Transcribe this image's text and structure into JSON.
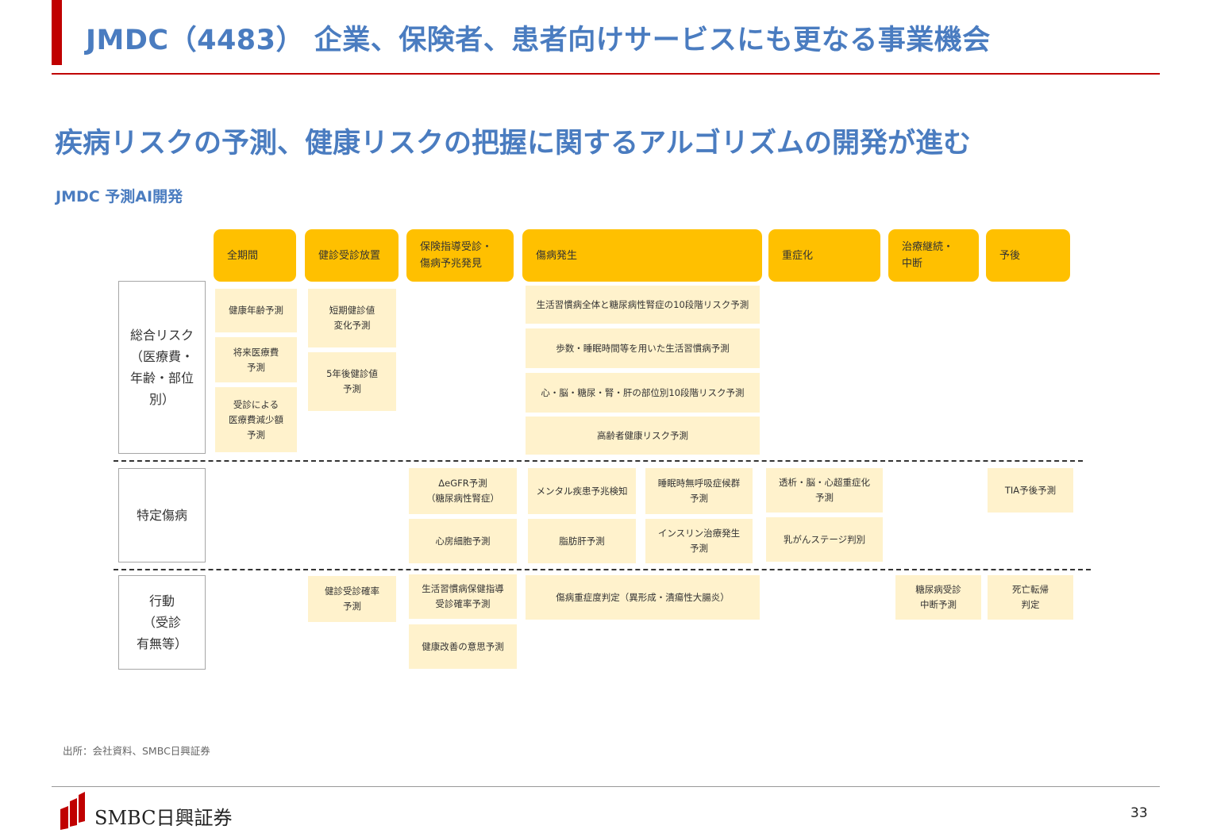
{
  "title": "JMDC（4483） 企業、保険者、患者向けサービスにも更なる事業機会",
  "subtitle": "疾病リスクの予測、健康リスクの把握に関するアルゴリズムの開発が進む",
  "section_label": "JMDC 予測AI開発",
  "headers": {
    "all_period": "全期間",
    "checkup_neglect": "健診受診放置",
    "guidance": "保険指導受診・\n傷病予兆発見",
    "onset": "傷病発生",
    "aggravation": "重症化",
    "treatment": "治療継続・\n中断",
    "prognosis": "予後"
  },
  "rows": {
    "overall": "総合リスク\n（医療費・\n年齢・部位\n別）",
    "specific": "特定傷病",
    "behavior": "行動\n（受診\n有無等）"
  },
  "cells": {
    "c01": "健康年齢予測",
    "c02": "将来医療費\n予測",
    "c03": "受診による\n医療費減少額\n予測",
    "c04": "短期健診値\n変化予測",
    "c05": "5年後健診値\n予測",
    "c06": "生活習慣病全体と糖尿病性腎症の10段階リスク予測",
    "c07": "歩数・睡眠時間等を用いた生活習慣病予測",
    "c08": "心・脳・糖尿・腎・肝の部位別10段階リスク予測",
    "c09": "高齢者健康リスク予測",
    "c10": "ΔeGFR予測\n（糖尿病性腎症）",
    "c11": "心房細胞予測",
    "c12": "メンタル疾患予兆検知",
    "c13": "脂肪肝予測",
    "c14": "睡眠時無呼吸症候群\n予測",
    "c15": "インスリン治療発生\n予測",
    "c16": "透析・脳・心超重症化\n予測",
    "c17": "乳がんステージ判別",
    "c18": "TIA予後予測",
    "c19": "健診受診確率\n予測",
    "c20": "生活習慣病保健指導\n受診確率予測",
    "c21": "健康改善の意思予測",
    "c22": "傷病重症度判定（異形成・潰瘍性大腸炎）",
    "c23": "糖尿病受診\n中断予測",
    "c24": "死亡転帰\n判定"
  },
  "source": "出所：会社資料、SMBC日興証券",
  "brand": "SMBC日興証券",
  "page_number": "33",
  "colors": {
    "accent_red": "#c00000",
    "title_blue": "#4a7cc0",
    "header_yellow": "#ffc000",
    "cell_yellow": "#fff2cc"
  }
}
